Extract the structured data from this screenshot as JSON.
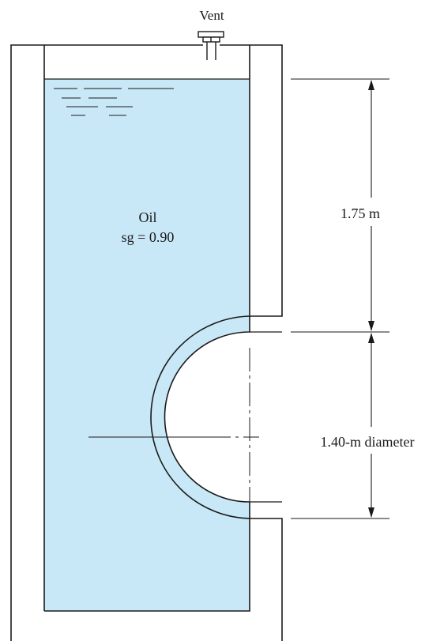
{
  "figure": {
    "vent_label": "Vent",
    "fluid_name": "Oil",
    "fluid_property": "sg = 0.90",
    "height_dimension": "1.75 m",
    "diameter_dimension": "1.40-m diameter"
  },
  "colors": {
    "oil": "#c9e8f7",
    "line": "#1a1a1a",
    "wall": "#ffffff"
  }
}
